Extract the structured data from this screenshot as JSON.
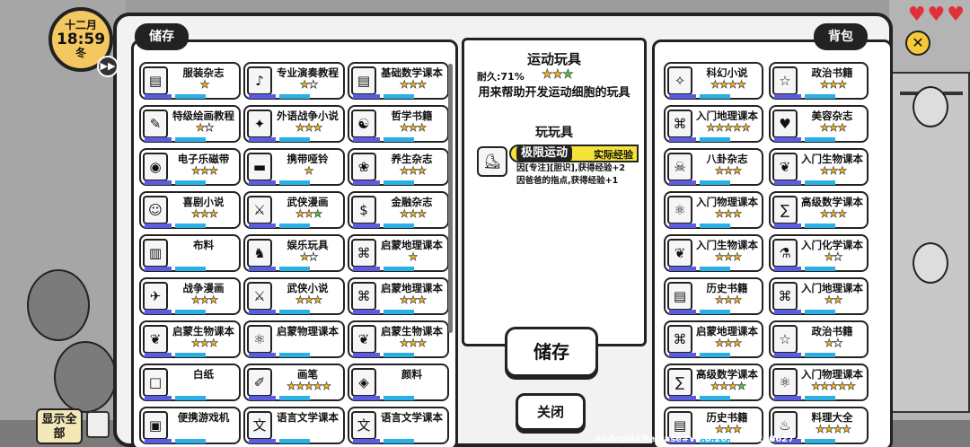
{
  "clock": {
    "month": "十二月",
    "time": "18:59",
    "season": "冬"
  },
  "hud": {
    "show_all": "显示全部",
    "version": "Android#Release#v0.8.20.9#20210627"
  },
  "tabs": {
    "storage": "储存",
    "backpack": "背包"
  },
  "detail": {
    "title": "运动玩具",
    "durability": "耐久:71%",
    "rating": {
      "on": 2,
      "green": 1,
      "off": 0
    },
    "description": "用来帮助开发运动细胞的玩具",
    "category": "玩玩具",
    "effect_name": "极限运动",
    "effect_tag": "实际经验",
    "effect_lines": [
      "因[专注][胆识],获得经验+2",
      "因爸爸的指点,获得经验+1"
    ]
  },
  "buttons": {
    "store": "储存",
    "close": "关闭"
  },
  "storage_items": [
    {
      "name": "服装杂志",
      "icon": "▤",
      "on": 1,
      "green": 0,
      "off": 0
    },
    {
      "name": "专业演奏教程",
      "icon": "♪",
      "on": 1,
      "green": 0,
      "off": 1
    },
    {
      "name": "基础数学课本",
      "icon": "▤",
      "on": 3,
      "green": 0,
      "off": 0
    },
    {
      "name": "特级绘画教程",
      "icon": "✎",
      "on": 1,
      "green": 0,
      "off": 1
    },
    {
      "name": "外语战争小说",
      "icon": "✦",
      "on": 3,
      "green": 0,
      "off": 0
    },
    {
      "name": "哲学书籍",
      "icon": "☯",
      "on": 3,
      "green": 0,
      "off": 0
    },
    {
      "name": "电子乐磁带",
      "icon": "◉",
      "on": 3,
      "green": 0,
      "off": 0
    },
    {
      "name": "携带哑铃",
      "icon": "▬",
      "on": 1,
      "green": 0,
      "off": 0
    },
    {
      "name": "养生杂志",
      "icon": "❀",
      "on": 3,
      "green": 0,
      "off": 0
    },
    {
      "name": "喜剧小说",
      "icon": "☺",
      "on": 3,
      "green": 0,
      "off": 0
    },
    {
      "name": "武侠漫画",
      "icon": "⚔",
      "on": 2,
      "green": 1,
      "off": 0
    },
    {
      "name": "金融杂志",
      "icon": "$",
      "on": 3,
      "green": 0,
      "off": 0
    },
    {
      "name": "布料",
      "icon": "▥",
      "on": 0,
      "green": 0,
      "off": 0
    },
    {
      "name": "娱乐玩具",
      "icon": "♞",
      "on": 1,
      "green": 0,
      "off": 1
    },
    {
      "name": "启蒙地理课本",
      "icon": "⌘",
      "on": 1,
      "green": 0,
      "off": 0
    },
    {
      "name": "战争漫画",
      "icon": "✈",
      "on": 3,
      "green": 0,
      "off": 0
    },
    {
      "name": "武侠小说",
      "icon": "⚔",
      "on": 3,
      "green": 0,
      "off": 0
    },
    {
      "name": "启蒙地理课本",
      "icon": "⌘",
      "on": 3,
      "green": 0,
      "off": 0
    },
    {
      "name": "启蒙生物课本",
      "icon": "❦",
      "on": 3,
      "green": 0,
      "off": 0
    },
    {
      "name": "启蒙物理课本",
      "icon": "⚛",
      "on": 0,
      "green": 0,
      "off": 0
    },
    {
      "name": "启蒙生物课本",
      "icon": "❦",
      "on": 3,
      "green": 0,
      "off": 0
    },
    {
      "name": "白纸",
      "icon": "□",
      "on": 0,
      "green": 0,
      "off": 0
    },
    {
      "name": "画笔",
      "icon": "✐",
      "on": 5,
      "green": 0,
      "off": 0
    },
    {
      "name": "颜料",
      "icon": "◈",
      "on": 0,
      "green": 0,
      "off": 0
    },
    {
      "name": "便携游戏机",
      "icon": "▣",
      "on": 0,
      "green": 0,
      "off": 0
    },
    {
      "name": "语言文学课本",
      "icon": "文",
      "on": 0,
      "green": 0,
      "off": 0
    },
    {
      "name": "语言文学课本",
      "icon": "文",
      "on": 0,
      "green": 0,
      "off": 0
    }
  ],
  "backpack_items": [
    {
      "name": "科幻小说",
      "icon": "✧",
      "on": 4,
      "green": 0,
      "off": 0
    },
    {
      "name": "政治书籍",
      "icon": "☆",
      "on": 3,
      "green": 0,
      "off": 0
    },
    {
      "name": "入门地理课本",
      "icon": "⌘",
      "on": 5,
      "green": 0,
      "off": 0
    },
    {
      "name": "美容杂志",
      "icon": "♥",
      "on": 3,
      "green": 0,
      "off": 0
    },
    {
      "name": "八卦杂志",
      "icon": "☠",
      "on": 3,
      "green": 0,
      "off": 0
    },
    {
      "name": "入门生物课本",
      "icon": "❦",
      "on": 3,
      "green": 0,
      "off": 0
    },
    {
      "name": "入门物理课本",
      "icon": "⚛",
      "on": 3,
      "green": 0,
      "off": 0
    },
    {
      "name": "高级数学课本",
      "icon": "∑",
      "on": 3,
      "green": 0,
      "off": 0
    },
    {
      "name": "入门生物课本",
      "icon": "❦",
      "on": 3,
      "green": 0,
      "off": 0
    },
    {
      "name": "入门化学课本",
      "icon": "⚗",
      "on": 1,
      "green": 0,
      "off": 1
    },
    {
      "name": "历史书籍",
      "icon": "▤",
      "on": 3,
      "green": 0,
      "off": 0
    },
    {
      "name": "入门地理课本",
      "icon": "⌘",
      "on": 2,
      "green": 0,
      "off": 0
    },
    {
      "name": "启蒙地理课本",
      "icon": "⌘",
      "on": 3,
      "green": 0,
      "off": 0
    },
    {
      "name": "政治书籍",
      "icon": "☆",
      "on": 1,
      "green": 0,
      "off": 1
    },
    {
      "name": "高级数学课本",
      "icon": "∑",
      "on": 3,
      "green": 1,
      "off": 0
    },
    {
      "name": "入门物理课本",
      "icon": "⚛",
      "on": 5,
      "green": 0,
      "off": 0
    },
    {
      "name": "历史书籍",
      "icon": "▤",
      "on": 3,
      "green": 0,
      "off": 0
    },
    {
      "name": "料理大全",
      "icon": "♨",
      "on": 4,
      "green": 0,
      "off": 0
    }
  ]
}
